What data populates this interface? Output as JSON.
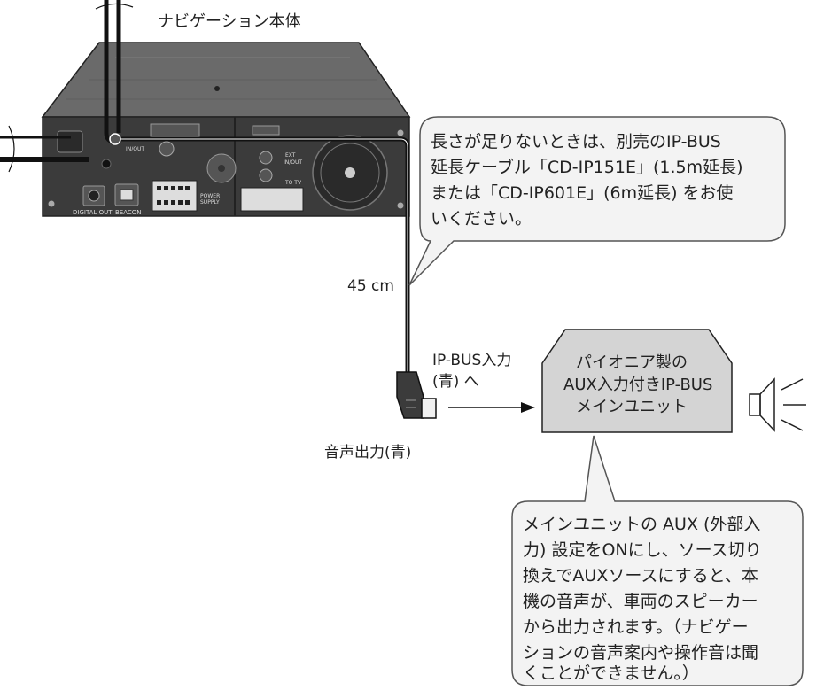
{
  "labels": {
    "nav_unit": "ナビゲーション本体",
    "cable_length": "45 cm",
    "ipbus_input_line1": "IP-BUS入力",
    "ipbus_input_line2": "(青) へ",
    "audio_output": "音声出力(青)"
  },
  "panel_labels": {
    "digital_out": "DIGITAL OUT",
    "beacon": "BEACON",
    "power_supply_1": "POWER",
    "power_supply_2": "SUPPLY",
    "ext_in_out_1": "EXT",
    "ext_in_out_2": "IN/OUT",
    "to_tv": "TO TV",
    "tel_in_out": "IN/OUT"
  },
  "main_unit": {
    "lines": [
      "パイオニア製の",
      "AUX入力付きIP-BUS",
      "メインユニット"
    ]
  },
  "note_extension": {
    "lines": [
      "長さが足りないときは、別売のIP-BUS",
      "延長ケーブル「CD-IP151E」(1.5m延長)",
      "または「CD-IP601E」(6m延長) をお使",
      "いください。"
    ]
  },
  "note_aux": {
    "lines": [
      "メインユニットの AUX (外部入",
      "力) 設定をONにし、ソース切り",
      "換えでAUXソースにすると、本",
      "機の音声が、車両のスピーカー",
      "から出力されます。（ナビゲー",
      "ションの音声案内や操作音は聞",
      "くことができません。）"
    ]
  },
  "colors": {
    "device_body": "#3b3b3b",
    "device_top": "#6a6a6a",
    "unit_fill": "#d4d4d4",
    "bubble_fill": "#f3f3f3",
    "cable": "#111111"
  }
}
